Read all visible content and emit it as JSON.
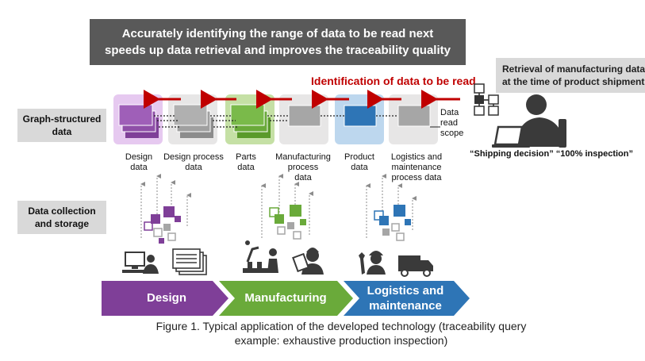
{
  "banner": {
    "line1": "Accurately identifying the range of data to be read next",
    "line2": "speeds up data retrieval and improves the traceability quality"
  },
  "retrieval_box": {
    "line1": "Retrieval of manufacturing data",
    "line2": "at the time of product shipment"
  },
  "identification_label": "Identification of data to be read",
  "rows": {
    "graph": {
      "line1": "Graph-structured",
      "line2": "data"
    },
    "collection": {
      "line1": "Data collection",
      "line2": "and storage"
    }
  },
  "categories": [
    {
      "lines": [
        "Design",
        "data"
      ]
    },
    {
      "lines": [
        "Design process",
        "data"
      ]
    },
    {
      "lines": [
        "Parts",
        "data"
      ]
    },
    {
      "lines": [
        "Manufacturing",
        "process",
        "data"
      ]
    },
    {
      "lines": [
        "Product",
        "data"
      ]
    },
    {
      "lines": [
        "Logistics and",
        "maintenance",
        "process data"
      ]
    }
  ],
  "scope_label": {
    "lines": [
      "Data",
      "read",
      "scope"
    ]
  },
  "shipping_label": "“Shipping decision” “100% inspection”",
  "phases": [
    {
      "lines": [
        "Design"
      ],
      "color": "#7f3f98"
    },
    {
      "lines": [
        "Manufacturing"
      ],
      "color": "#6aaa3a"
    },
    {
      "lines": [
        "Logistics and",
        "maintenance"
      ],
      "color": "#2e75b6"
    }
  ],
  "colors": {
    "arrow": "#c00000",
    "design_purple": "#7f3f98",
    "design_highlight": "#e6c9f0",
    "parts_green": "#6aaa3a",
    "parts_highlight": "#c5e0a5",
    "product_blue": "#2e75b6",
    "product_highlight": "#bdd7ee",
    "gray_node": "#a6a6a6"
  },
  "caption": {
    "line1": "Figure 1. Typical application of the developed technology (traceability query",
    "line2": "example: exhaustive production inspection)"
  }
}
